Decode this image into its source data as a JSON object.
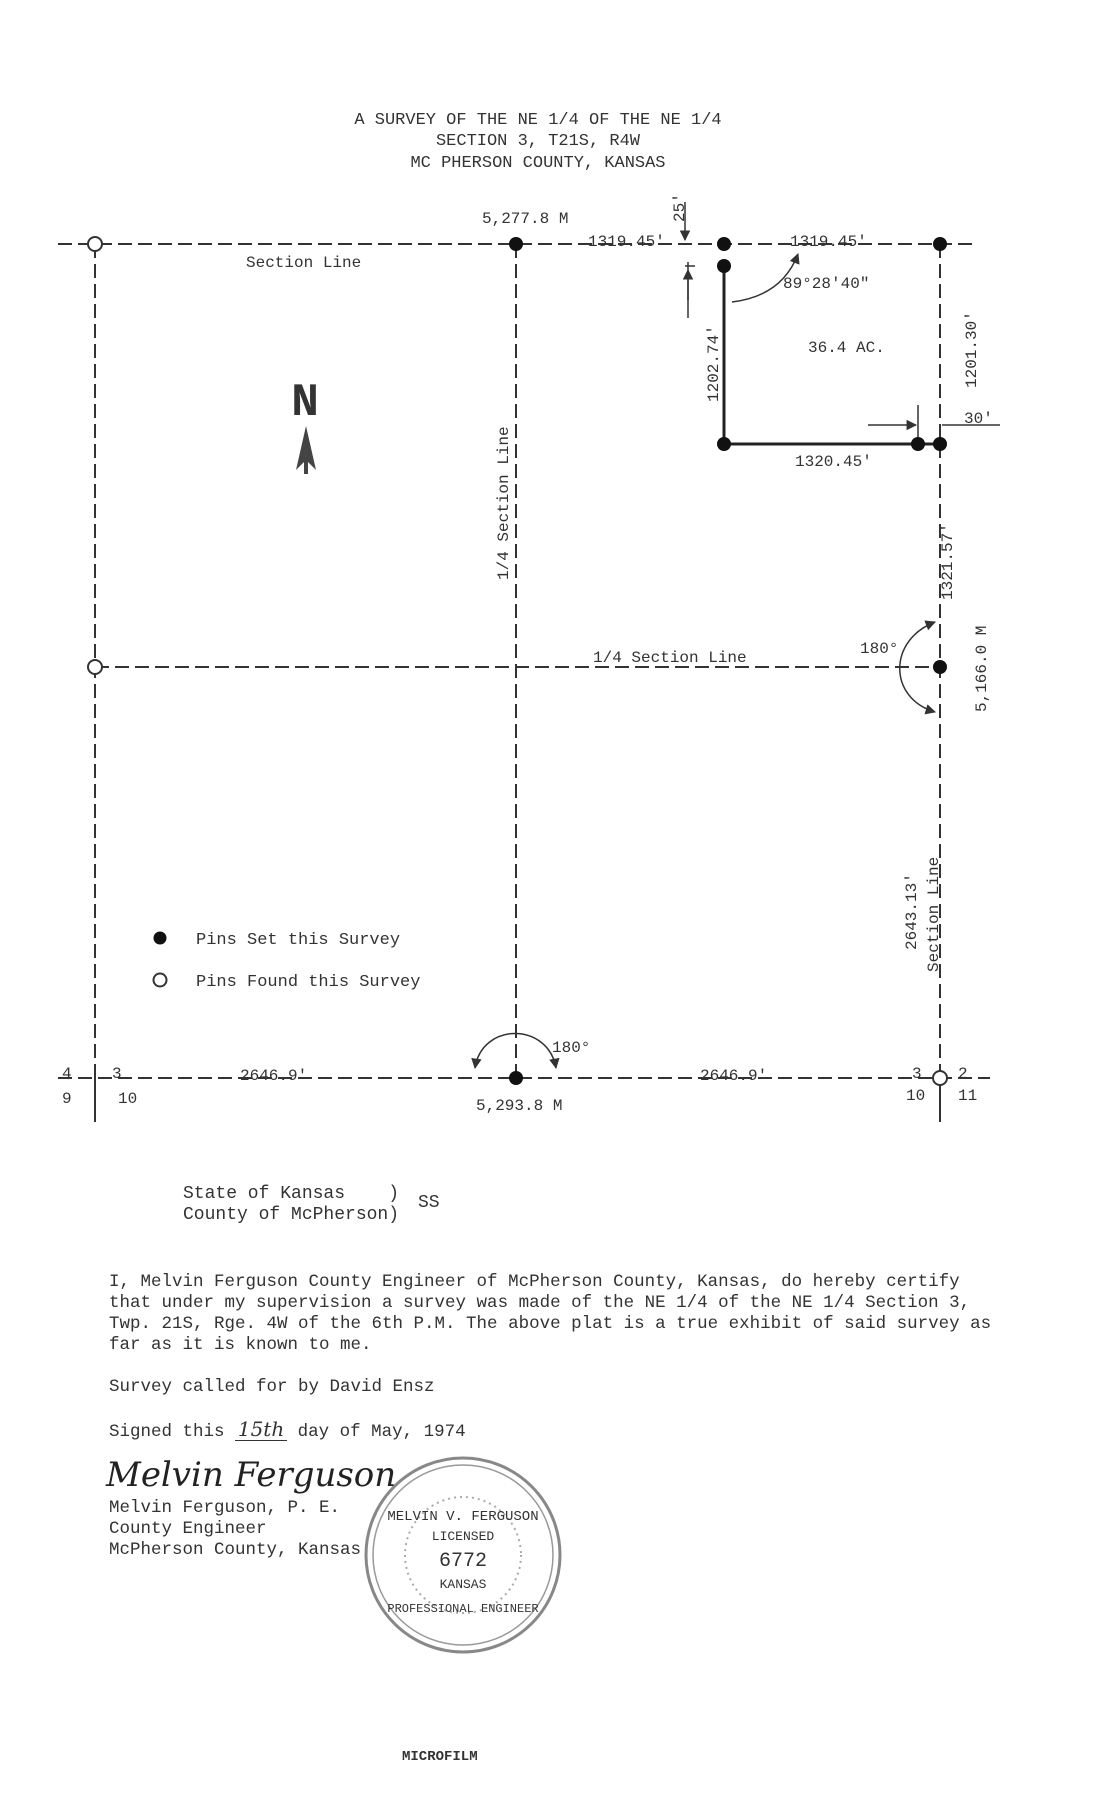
{
  "title": {
    "line1": "A SURVEY OF THE NE 1/4 OF THE NE 1/4",
    "line2": "SECTION 3, T21S, R4W",
    "line3": "MC PHERSON COUNTY, KANSAS"
  },
  "plat": {
    "top_mid_distance": "5,277.8 M",
    "top_left_seg": "1319.45'",
    "top_right_seg": "1319.45'",
    "offset_25": "25'",
    "angle": "89°28'40\"",
    "west_side": "1202.74'",
    "east_side": "1201.30'",
    "area": "36.4 AC.",
    "bottom_side": "1320.45'",
    "offset_30": "30'",
    "east_lower": "1321.57'",
    "east_total": "5,166.0 M",
    "east_section": "2643.13'",
    "east_angle": "180°",
    "bottom_angle": "180°",
    "bottom_left_seg": "2646.9'",
    "bottom_right_seg": "2646.9'",
    "bottom_mid_distance": "5,293.8 M",
    "section_line_top": "Section Line",
    "quarter_line_vertical": "1/4 Section Line",
    "quarter_line_horizontal": "1/4 Section Line",
    "section_line_east": "Section Line",
    "north_letter": "N",
    "corner_left_top_left": "4",
    "corner_left_top_right": "3",
    "corner_left_bottom_left": "9",
    "corner_left_bottom_right": "10",
    "corner_right_top_left": "3",
    "corner_right_top_right": "2",
    "corner_right_bottom_left": "10",
    "corner_right_bottom_right": "11"
  },
  "legend": {
    "set_label": "Pins Set this Survey",
    "found_label": "Pins Found this Survey"
  },
  "venue": {
    "state_line": "State of Kansas    )",
    "county_line": "County of McPherson)",
    "ss": "SS"
  },
  "certificate": {
    "paragraph": "I, Melvin Ferguson County Engineer of McPherson County, Kansas, do hereby certify that under my supervision a survey was made of the NE 1/4 of the NE 1/4 Section 3, Twp. 21S, Rge. 4W of the 6th P.M.  The above plat is a true exhibit of said survey as far as it is known to me.",
    "called_for": "Survey called for by David Ensz",
    "signed_prefix": "Signed this",
    "signed_day": "15th",
    "signed_suffix": "day of May, 1974"
  },
  "signature": {
    "handwritten": "Melvin Ferguson",
    "name": "Melvin Ferguson, P. E.",
    "title": "County Engineer",
    "county": "McPherson County, Kansas"
  },
  "seal": {
    "name": "MELVIN V. FERGUSON",
    "licensed": "LICENSED",
    "number": "6772",
    "state": "KANSAS",
    "profession": "PROFESSIONAL ENGINEER"
  },
  "stamp": "MICROFILM"
}
